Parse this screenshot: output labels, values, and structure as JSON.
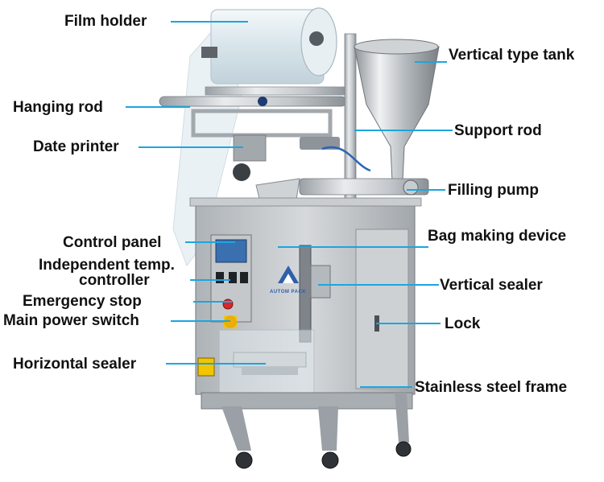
{
  "colors": {
    "leader_line": "#1aa6e0",
    "steel_light": "#e4e6e8",
    "steel_mid": "#b9bdc1",
    "steel_dark": "#7e8489",
    "film": "#dfeaf0",
    "warning_yellow": "#f2c500",
    "emergency_red": "#d9262b",
    "panel_blue": "#3a6fb0"
  },
  "icons": [
    "packaging-machine-illustration",
    "brand-logo"
  ],
  "logo": {
    "text": "AUTOM PACK"
  },
  "labels": [
    {
      "id": "film-holder",
      "text": "Film holder"
    },
    {
      "id": "vertical-type-tank",
      "text": "Vertical type tank"
    },
    {
      "id": "hanging-rod",
      "text": "Hanging rod"
    },
    {
      "id": "support-rod",
      "text": "Support rod"
    },
    {
      "id": "date-printer",
      "text": "Date printer"
    },
    {
      "id": "filling-pump",
      "text": "Filling pump"
    },
    {
      "id": "control-panel",
      "text": "Control panel"
    },
    {
      "id": "bag-making-device",
      "text": "Bag making device"
    },
    {
      "id": "independent-temp-line1",
      "text": "Independent temp."
    },
    {
      "id": "independent-temp-line2",
      "text": "controller"
    },
    {
      "id": "vertical-sealer",
      "text": "Vertical sealer"
    },
    {
      "id": "emergency-stop",
      "text": "Emergency stop"
    },
    {
      "id": "main-power-switch",
      "text": "Main power switch"
    },
    {
      "id": "lock",
      "text": "Lock"
    },
    {
      "id": "horizontal-sealer",
      "text": "Horizontal sealer"
    },
    {
      "id": "stainless-steel-frame",
      "text": "Stainless steel frame"
    }
  ]
}
